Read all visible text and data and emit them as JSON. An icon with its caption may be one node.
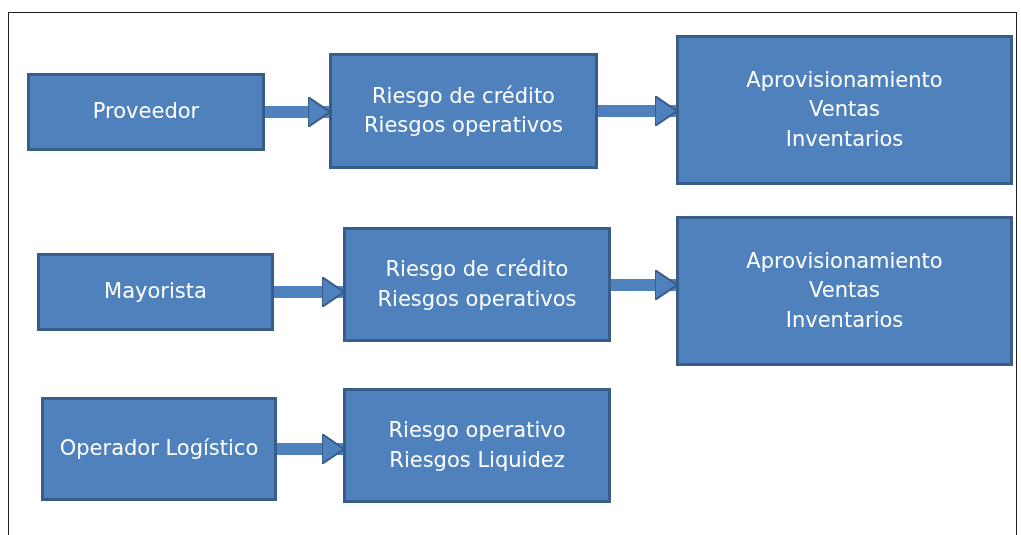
{
  "diagram": {
    "nodes": [
      {
        "text": [
          "Proveedor"
        ]
      },
      {
        "text": [
          "Riesgo de crédito",
          "Riesgos operativos"
        ]
      },
      {
        "text": [
          "Aprovisionamiento",
          "Ventas",
          "Inventarios"
        ]
      },
      {
        "text": [
          "Mayorista"
        ]
      },
      {
        "text": [
          "Riesgo de crédito",
          "Riesgos operativos"
        ]
      },
      {
        "text": [
          "Aprovisionamiento",
          "Ventas",
          "Inventarios"
        ]
      },
      {
        "text": [
          "Operador Logístico"
        ]
      },
      {
        "text": [
          "Riesgo operativo",
          "Riesgos Liquidez"
        ]
      }
    ],
    "edges": [
      {
        "from": 0,
        "to": 1,
        "arrow": "to"
      },
      {
        "from": 1,
        "to": 2,
        "arrow": "to"
      },
      {
        "from": 3,
        "to": 4,
        "arrow": "to"
      },
      {
        "from": 4,
        "to": 5,
        "arrow": "to"
      },
      {
        "from": 6,
        "to": 7,
        "arrow": "to"
      }
    ]
  }
}
